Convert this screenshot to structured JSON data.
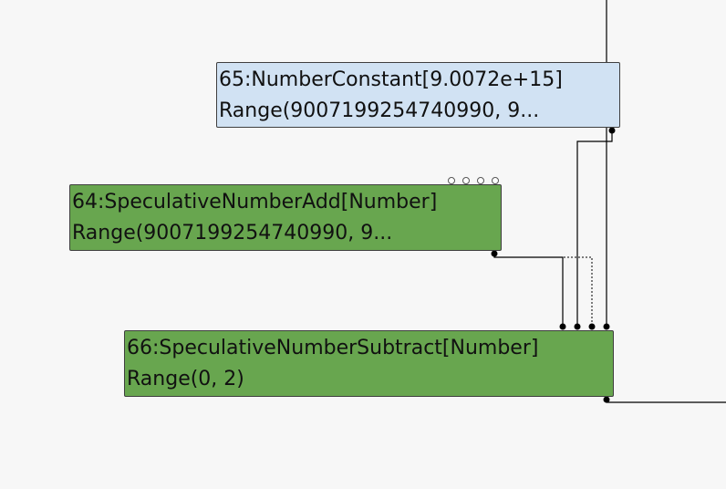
{
  "colors": {
    "background": "#f7f7f7",
    "constant_node": "#d1e2f3",
    "operator_node": "#68a64f",
    "edge": "#000000"
  },
  "nodes": [
    {
      "id": "65",
      "title": "65:NumberConstant[9.0072e+15]",
      "range": "Range(9007199254740990, 9...",
      "kind": "constant"
    },
    {
      "id": "64",
      "title": "64:SpeculativeNumberAdd[Number]",
      "range": "Range(9007199254740990, 9...",
      "kind": "operator"
    },
    {
      "id": "66",
      "title": "66:SpeculativeNumberSubtract[Number]",
      "range": "Range(0, 2)",
      "kind": "operator"
    }
  ]
}
